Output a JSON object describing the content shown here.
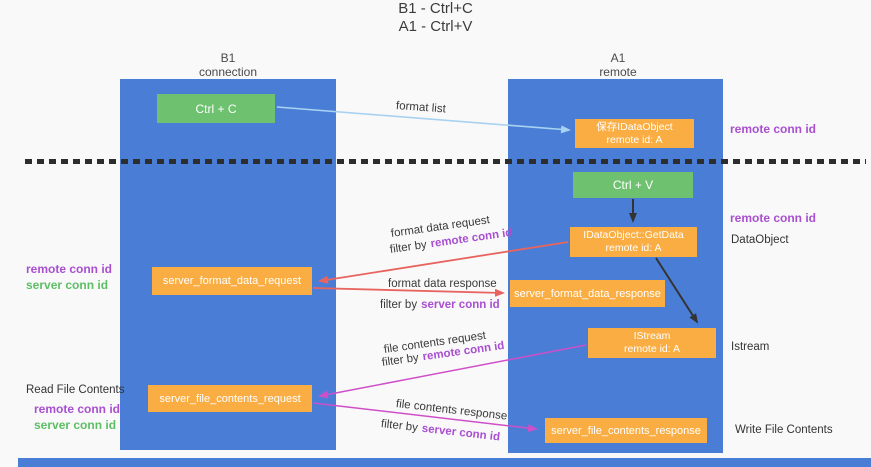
{
  "title": {
    "line1": "B1 - Ctrl+C",
    "line2": "A1 - Ctrl+V"
  },
  "columns": {
    "left": {
      "name": "B1",
      "subtitle": "connection"
    },
    "right": {
      "name": "A1",
      "subtitle": "remote"
    }
  },
  "boxes": {
    "ctrl_c": {
      "label": "Ctrl + C"
    },
    "ctrl_v": {
      "label": "Ctrl + V"
    },
    "save_dataobject": {
      "line1": "保存IDataObject",
      "line2": "remote id: A"
    },
    "getdata": {
      "line1": "IDataObject::GetData",
      "line2": "remote id: A"
    },
    "istream": {
      "line1": "IStream",
      "line2": "remote id: A"
    },
    "server_format_data_request": {
      "label": "server_format_data_request"
    },
    "server_format_data_response": {
      "label": "server_format_data_response"
    },
    "server_file_contents_request": {
      "label": "server_file_contents_request"
    },
    "server_file_contents_response": {
      "label": "server_file_contents_response"
    }
  },
  "arrow_labels": {
    "format_list": "format list",
    "format_data_request": "format data request",
    "format_data_response": "format data response",
    "file_contents_request": "file contents request",
    "file_contents_response": "file contents response"
  },
  "filters": {
    "format_request": {
      "prefix": "filter by",
      "term": "remote conn id"
    },
    "format_response": {
      "prefix": "filter by",
      "term": "server conn id"
    },
    "file_request": {
      "prefix": "filter by",
      "term": "remote conn id"
    },
    "file_response": {
      "prefix": "filter by",
      "term": "server conn id"
    }
  },
  "side_labels": {
    "right_remote_conn_id_top": "remote conn id",
    "right_remote_conn_id_mid": "remote conn id",
    "dataobject": "DataObject",
    "istream": "Istream",
    "write_file_contents": "Write File Contents",
    "left_remote_conn_id_top": "remote conn id",
    "left_server_conn_id_top": "server conn id",
    "read_file_contents": "Read File Contents",
    "left_remote_conn_id_bottom": "remote conn id",
    "left_server_conn_id_bottom": "server conn id"
  },
  "colors": {
    "column_blue": "#4a7ed6",
    "box_green": "#6ec16f",
    "box_orange": "#f9ad42",
    "arrow_red": "#e8645f",
    "arrow_magenta": "#cf4fc8",
    "arrow_light_blue": "#a8d2f0",
    "arrow_black": "#333333",
    "text_purple": "#a94fd0",
    "text_green": "#5cbf63"
  }
}
